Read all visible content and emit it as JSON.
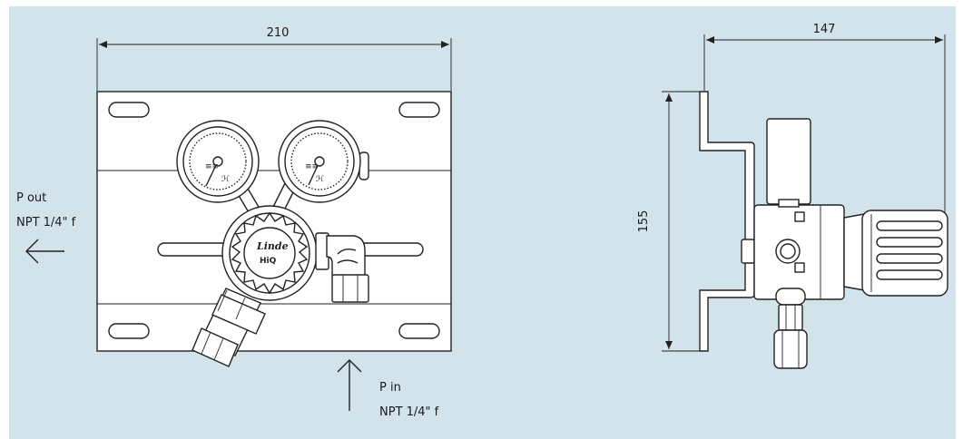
{
  "front_view": {
    "width_dim": "210",
    "outlet_label_line1": "P out",
    "outlet_label_line2": "NPT 1/4\" f",
    "inlet_label_line1": "P in",
    "inlet_label_line2": "NPT 1/4\" f",
    "logo_text": "Linde",
    "model_text": "HiQ"
  },
  "side_view": {
    "depth_dim": "147",
    "height_dim": "155"
  },
  "colors": {
    "background": "#d3e3ec",
    "line": "#222222",
    "part_fill": "#ffffff"
  }
}
